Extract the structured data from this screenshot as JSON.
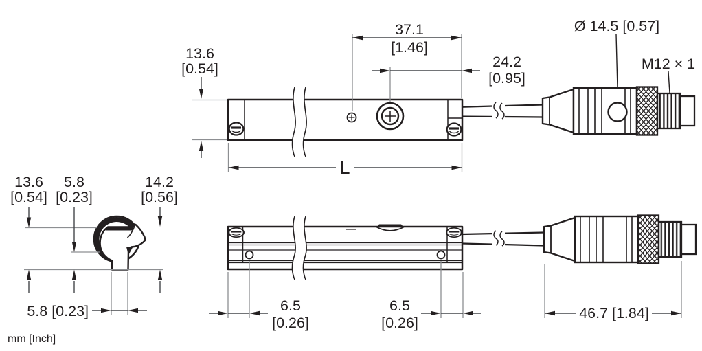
{
  "colors": {
    "ink": "#231f20",
    "ext_line": "#8d8f92",
    "dim_line": "#44464a"
  },
  "footer": {
    "units_note": "mm [Inch]"
  },
  "top_view": {
    "body_height_mm": "13.6",
    "body_height_in": "[0.54]",
    "led_to_end_mm": "37.1",
    "led_to_end_in": "[1.46]",
    "adjuster_to_end_mm": "24.2",
    "adjuster_to_end_in": "[0.95]",
    "connector_diameter_label": "Ø 14.5 [0.57]",
    "thread_label": "M12 × 1",
    "length_label": "L"
  },
  "side_view": {
    "body_height_mm": "13.6",
    "body_height_in": "[0.54]",
    "step_height_mm": "5.8",
    "step_height_in": "[0.23]",
    "overall_height_mm": "14.2",
    "overall_height_in": "[0.56]",
    "foot_width_label": "5.8 [0.23]"
  },
  "bottom_view": {
    "hole_offset_left_mm": "6.5",
    "hole_offset_left_in": "[0.26]",
    "hole_offset_right_mm": "6.5",
    "hole_offset_right_in": "[0.26]",
    "connector_length_label": "46.7 [1.84]"
  }
}
